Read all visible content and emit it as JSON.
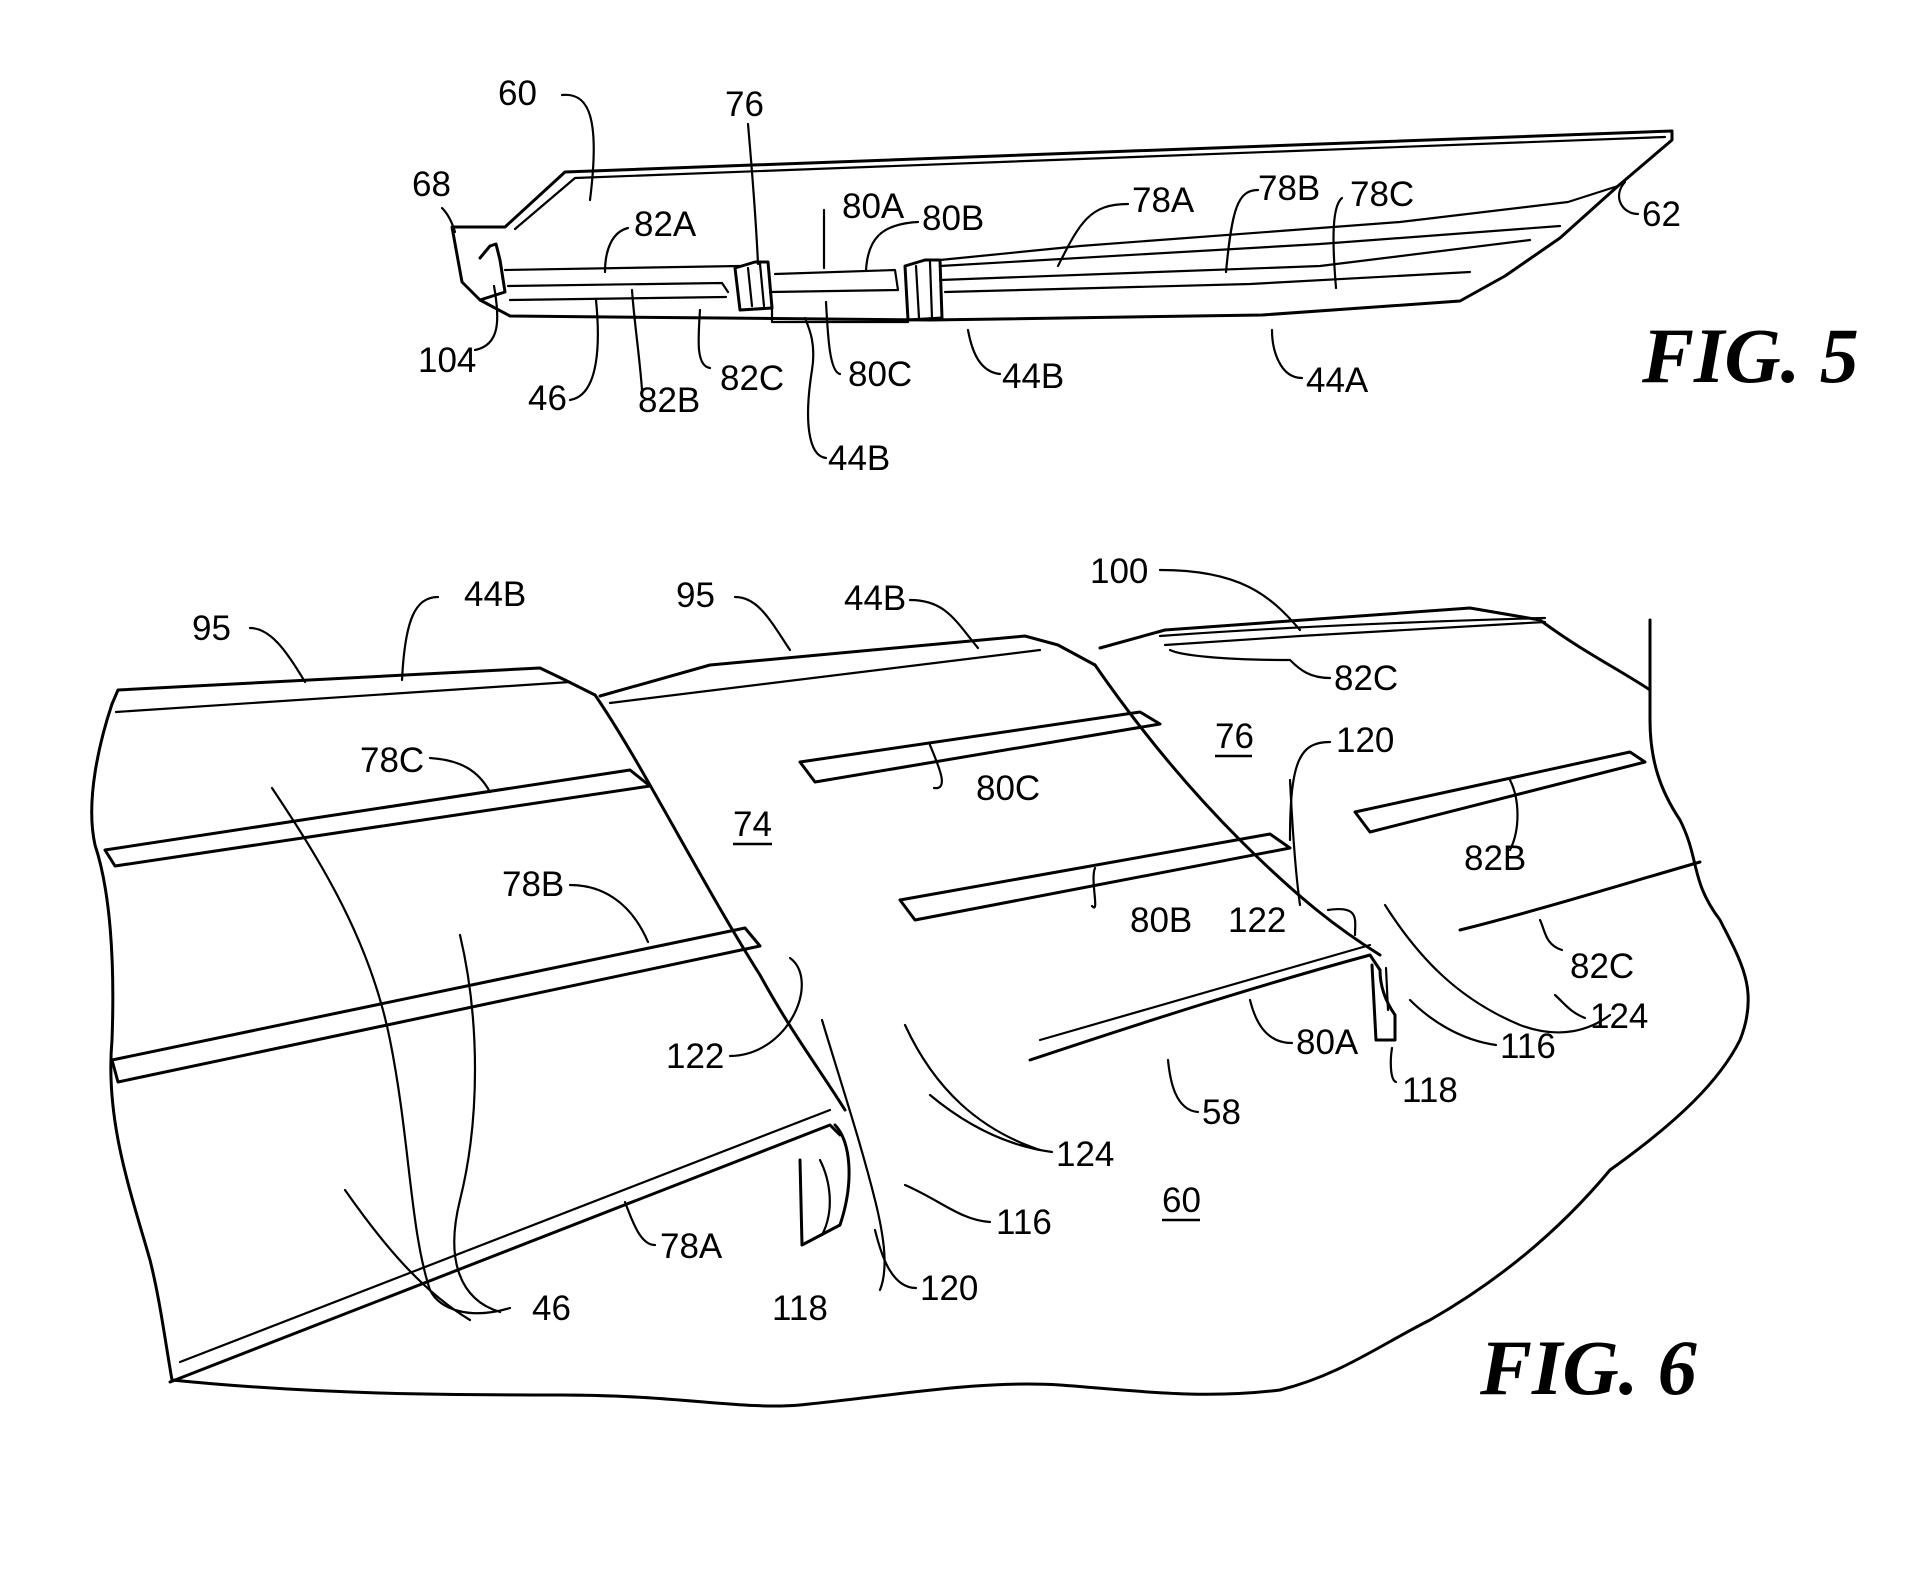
{
  "figures": {
    "fig5": {
      "caption": "FIG. 5",
      "labels": {
        "60": "60",
        "76": "76",
        "68": "68",
        "82A": "82A",
        "80A": "80A",
        "80B": "80B",
        "78A": "78A",
        "78B": "78B",
        "78C": "78C",
        "62": "62",
        "104": "104",
        "46": "46",
        "82B": "82B",
        "82C": "82C",
        "80C": "80C",
        "44B_a": "44B",
        "44A": "44A",
        "44B_b": "44B"
      }
    },
    "fig6": {
      "caption": "FIG. 6",
      "labels": {
        "95_a": "95",
        "44B_a": "44B",
        "95_b": "95",
        "44B_b": "44B",
        "100": "100",
        "82C_a": "82C",
        "76": "76",
        "120_a": "120",
        "78C": "78C",
        "80C": "80C",
        "74": "74",
        "82B": "82B",
        "78B": "78B",
        "80B": "80B",
        "122_a": "122",
        "82C_b": "82C",
        "124_a": "124",
        "122_b": "122",
        "80A": "80A",
        "116_a": "116",
        "118_a": "118",
        "58": "58",
        "124_b": "124",
        "60": "60",
        "116_b": "116",
        "78A": "78A",
        "120_b": "120",
        "46": "46",
        "118_b": "118"
      }
    }
  }
}
